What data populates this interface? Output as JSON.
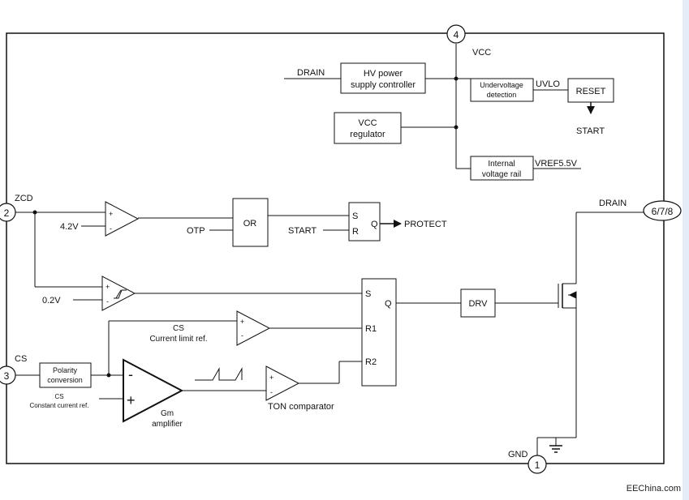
{
  "pins": {
    "vcc": {
      "number": "4",
      "name": "VCC"
    },
    "zcd": {
      "number": "2",
      "name": "ZCD"
    },
    "cs": {
      "number": "3",
      "name": "CS"
    },
    "drain": {
      "number": "6/7/8",
      "name": "DRAIN"
    },
    "gnd": {
      "number": "1",
      "name": "GND"
    }
  },
  "blocks": {
    "hv_supply": {
      "line1": "HV power",
      "line2": "supply controller"
    },
    "undervoltage": {
      "line1": "Undervoltage",
      "line2": "detection"
    },
    "reset": "RESET",
    "vcc_regulator": {
      "line1": "VCC",
      "line2": "regulator"
    },
    "internal_rail": {
      "line1": "Internal",
      "line2": "voltage rail"
    },
    "or_gate": "OR",
    "drv": "DRV",
    "polarity": {
      "line1": "Polarity",
      "line2": "conversion"
    },
    "latch1": {
      "s": "S",
      "r": "R",
      "q": "Q"
    },
    "latch2": {
      "s": "S",
      "r1": "R1",
      "r2": "R2",
      "q": "Q"
    }
  },
  "signals": {
    "drain_in": "DRAIN",
    "uvlo": "UVLO",
    "start_out": "START",
    "vref": "VREF5.5V",
    "ref_42": "4.2V",
    "otp": "OTP",
    "start_in": "START",
    "protect": "PROTECT",
    "ref_02": "0.2V",
    "cs_limit_1": "CS",
    "cs_limit_2": "Current limit ref.",
    "cs_const_1": "CS",
    "cs_const_2": "Constant current ref.",
    "gm_1": "Gm",
    "gm_2": "amplifier",
    "ton": "TON  comparator"
  },
  "watermark": "EEChina.com"
}
